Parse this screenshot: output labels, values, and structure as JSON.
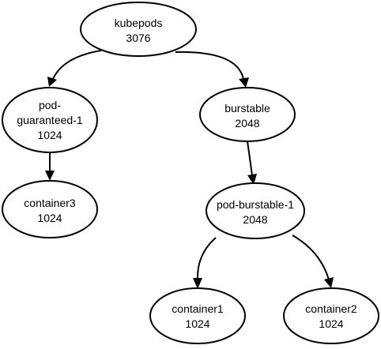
{
  "nodes": [
    {
      "id": "kubepods",
      "label": "kubepods",
      "value": "3076"
    },
    {
      "id": "pod-guaranteed-1",
      "label_lines": [
        "pod-",
        "guaranteed-1"
      ],
      "value": "1024"
    },
    {
      "id": "burstable",
      "label": "burstable",
      "value": "2048"
    },
    {
      "id": "container3",
      "label": "container3",
      "value": "1024"
    },
    {
      "id": "pod-burstable-1",
      "label": "pod-burstable-1",
      "value": "2048"
    },
    {
      "id": "container1",
      "label": "container1",
      "value": "1024"
    },
    {
      "id": "container2",
      "label": "container2",
      "value": "1024"
    }
  ],
  "edges": [
    {
      "from": "kubepods",
      "to": "pod-guaranteed-1"
    },
    {
      "from": "kubepods",
      "to": "burstable"
    },
    {
      "from": "pod-guaranteed-1",
      "to": "container3"
    },
    {
      "from": "burstable",
      "to": "pod-burstable-1"
    },
    {
      "from": "pod-burstable-1",
      "to": "container1"
    },
    {
      "from": "pod-burstable-1",
      "to": "container2"
    }
  ]
}
